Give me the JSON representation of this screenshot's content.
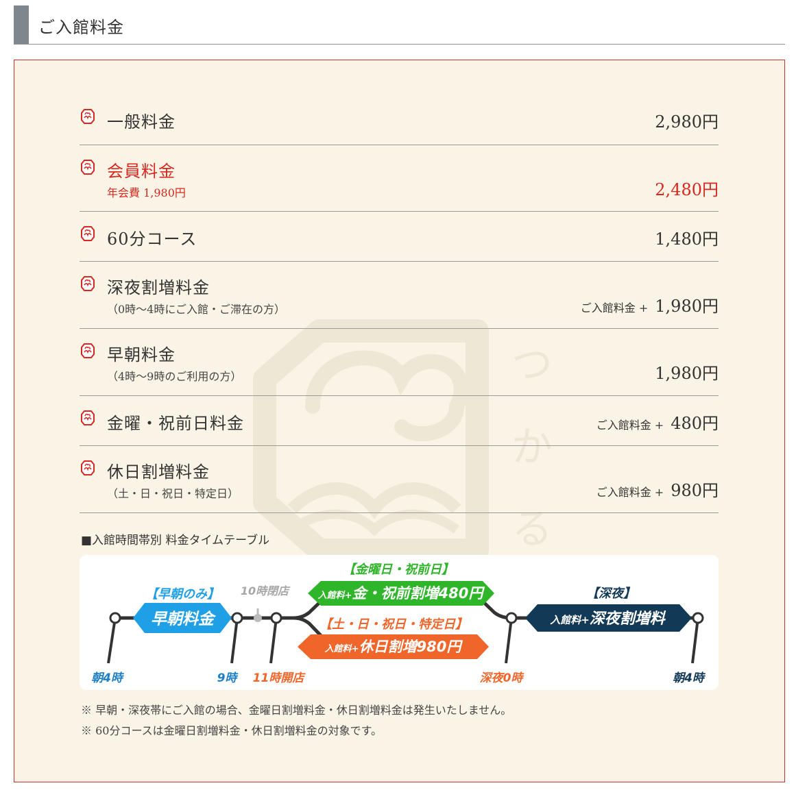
{
  "header": {
    "title": "ご入館料金"
  },
  "prices": [
    {
      "label": "一般料金",
      "sub": "",
      "prefix": "",
      "price": "2,980円",
      "highlight": false
    },
    {
      "label": "会員料金",
      "sub": "年会費 1,980円",
      "prefix": "",
      "price": "2,480円",
      "highlight": true
    },
    {
      "label": "60分コース",
      "sub": "",
      "prefix": "",
      "price": "1,480円",
      "highlight": false
    },
    {
      "label": "深夜割増料金",
      "sub": "（0時～4時にご入館・ご滞在の方）",
      "prefix": "ご入館料金 +",
      "price": "1,980円",
      "highlight": false
    },
    {
      "label": "早朝料金",
      "sub": "（4時～9時のご利用の方）",
      "prefix": "",
      "price": "1,980円",
      "highlight": false
    },
    {
      "label": "金曜・祝前日料金",
      "sub": "",
      "prefix": "ご入館料金 +",
      "price": "480円",
      "highlight": false
    },
    {
      "label": "休日割増料金",
      "sub": "（土・日・祝日・特定日）",
      "prefix": "ご入館料金 +",
      "price": "980円",
      "highlight": false
    }
  ],
  "timetable": {
    "title": "■入館時間帯別 料金タイムテーブル",
    "early_tag": "【早朝のみ】",
    "early_label": "早朝料金",
    "closed_label": "10時閉店",
    "friday_tag": "【金曜日・祝前日】",
    "friday_prefix": "入館料+",
    "friday_label": "金・祝前割増480円",
    "holiday_tag": "【土・日・祝日・特定日】",
    "holiday_prefix": "入館料+",
    "holiday_label": "休日割増980円",
    "night_tag": "【深夜】",
    "night_prefix": "入館料+",
    "night_label": "深夜割増料",
    "time_4am": "朝4時",
    "time_9": "9時",
    "time_11": "11時開店",
    "time_0": "深夜0時",
    "time_4am_end": "朝4時"
  },
  "notes": [
    "※ 早朝・深夜帯にご入館の場合、金曜日割増料金・休日割増料金は発生いたしません。",
    "※ 60分コースは金曜日割増料金・休日割増料金の対象です。"
  ],
  "watermark_text": "つかる",
  "colors": {
    "accent_red": "#d8271f",
    "early_blue": "#1f9fe6",
    "friday_green": "#2fb52a",
    "holiday_orange": "#f0662a",
    "night_navy": "#123a57",
    "panel_bg": "#faf4e6"
  }
}
